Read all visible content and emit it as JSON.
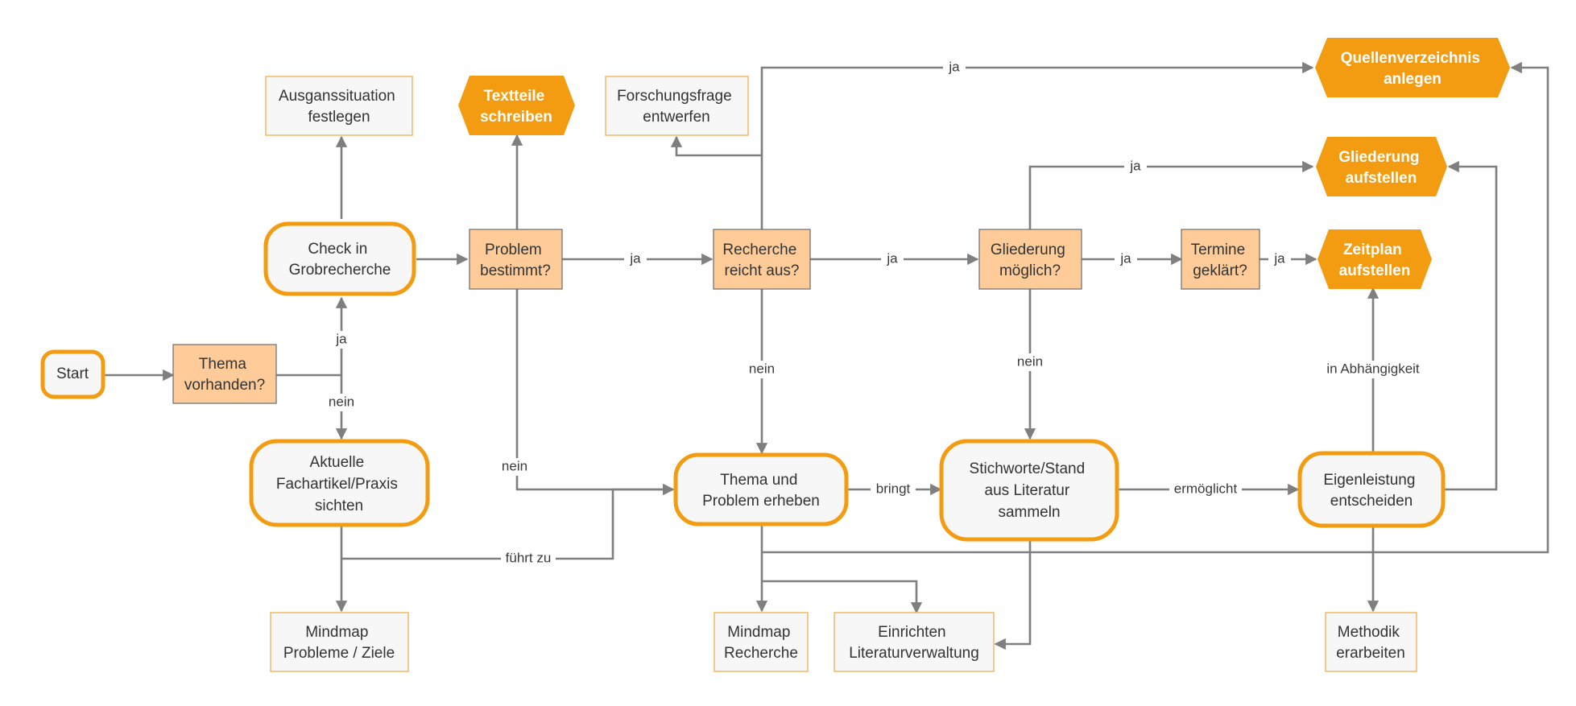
{
  "colors": {
    "accent": "#f39c12",
    "decision_fill": "#ffcc99",
    "decision_stroke": "#6b6b6b",
    "note_fill": "#f7f7f7",
    "note_stroke": "#f4b860",
    "edge": "#7f7f7f"
  },
  "nodes": {
    "start": {
      "lines": [
        "Start"
      ]
    },
    "thema_vorhanden": {
      "lines": [
        "Thema",
        "vorhanden?"
      ]
    },
    "check_grobrecherche": {
      "lines": [
        "Check in",
        "Grobrecherche"
      ]
    },
    "ausgangssituation": {
      "lines": [
        "Ausganssituation",
        "festlegen"
      ]
    },
    "aktuelle_fachartikel": {
      "lines": [
        "Aktuelle",
        "Fachartikel/Praxis",
        "sichten"
      ]
    },
    "mindmap_probleme": {
      "lines": [
        "Mindmap",
        "Probleme / Ziele"
      ]
    },
    "problem_bestimmt": {
      "lines": [
        "Problem",
        "bestimmt?"
      ]
    },
    "textteile_schreiben": {
      "lines": [
        "Textteile",
        "schreiben"
      ]
    },
    "forschungsfrage": {
      "lines": [
        "Forschungsfrage",
        "entwerfen"
      ]
    },
    "recherche_reicht": {
      "lines": [
        "Recherche",
        "reicht aus?"
      ]
    },
    "thema_problem_erheben": {
      "lines": [
        "Thema und",
        "Problem erheben"
      ]
    },
    "mindmap_recherche": {
      "lines": [
        "Mindmap",
        "Recherche"
      ]
    },
    "einrichten_literatur": {
      "lines": [
        "Einrichten",
        "Literaturverwaltung"
      ]
    },
    "gliederung_moeglich": {
      "lines": [
        "Gliederung",
        "möglich?"
      ]
    },
    "stichworte": {
      "lines": [
        "Stichworte/Stand",
        "aus Literatur",
        "sammeln"
      ]
    },
    "termine_geklaert": {
      "lines": [
        "Termine",
        "geklärt?"
      ]
    },
    "quellenverzeichnis": {
      "lines": [
        "Quellenverzeichnis",
        "anlegen"
      ]
    },
    "gliederung_aufstellen": {
      "lines": [
        "Gliederung",
        "aufstellen"
      ]
    },
    "zeitplan_aufstellen": {
      "lines": [
        "Zeitplan",
        "aufstellen"
      ]
    },
    "eigenleistung": {
      "lines": [
        "Eigenleistung",
        "entscheiden"
      ]
    },
    "methodik": {
      "lines": [
        "Methodik",
        "erarbeiten"
      ]
    }
  },
  "edge_labels": {
    "ja_thema": "ja",
    "nein_thema": "nein",
    "ja_problem": "ja",
    "nein_problem": "nein",
    "ja_recherche": "ja",
    "nein_recherche": "nein",
    "ja_quellen": "ja",
    "ja_gliederung": "ja",
    "ja_gliederung_top": "ja",
    "nein_gliederung": "nein",
    "ja_termine": "ja",
    "fuehrt_zu": "führt zu",
    "bringt": "bringt",
    "ermoeglicht": "ermöglicht",
    "in_abhaengigkeit": "in Abhängigkeit"
  }
}
